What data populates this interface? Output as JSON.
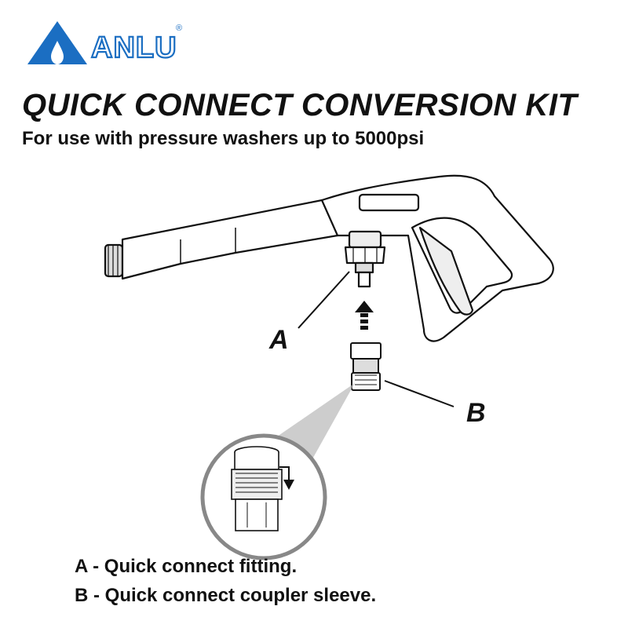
{
  "brand": {
    "name": "ANLU",
    "registered_mark": "®",
    "primary_color": "#1b6ec2"
  },
  "header": {
    "title": "QUICK CONNECT CONVERSION KIT",
    "subtitle": "For use with pressure washers up to 5000psi"
  },
  "diagram": {
    "callouts": [
      {
        "letter": "A"
      },
      {
        "letter": "B"
      }
    ],
    "icons": [
      "spray-gun-icon",
      "arrow-up-icon",
      "fitting-icon",
      "magnifier-icon",
      "arrow-down-icon"
    ]
  },
  "legend": {
    "items": [
      {
        "text": "A - Quick connect fitting."
      },
      {
        "text": "B - Quick connect coupler sleeve."
      }
    ]
  }
}
